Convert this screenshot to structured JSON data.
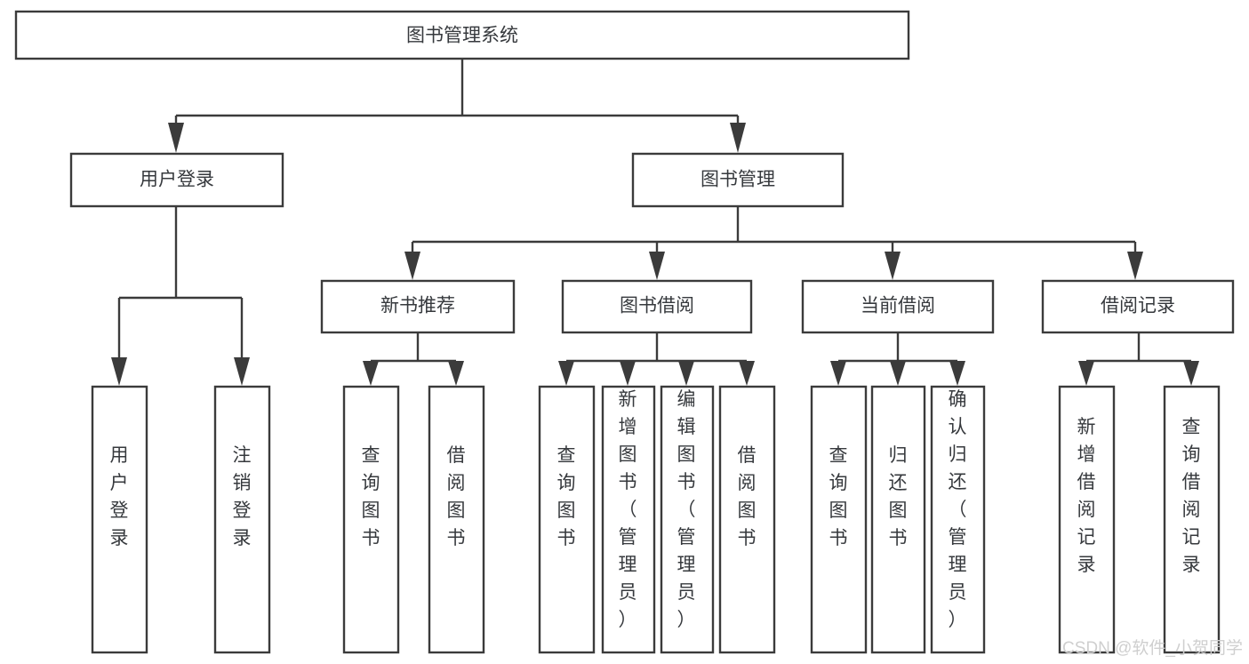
{
  "diagram": {
    "title": "图书管理系统",
    "type": "function-hierarchy-tree",
    "levels": 4,
    "root": {
      "id": "root",
      "label": "图书管理系统",
      "orientation": "horizontal"
    },
    "level2": [
      {
        "id": "user-login",
        "label": "用户登录",
        "orientation": "horizontal"
      },
      {
        "id": "book-management",
        "label": "图书管理",
        "orientation": "horizontal"
      }
    ],
    "level3": [
      {
        "id": "new-book-recommend",
        "label": "新书推荐",
        "parent": "book-management",
        "orientation": "horizontal"
      },
      {
        "id": "book-borrow",
        "label": "图书借阅",
        "parent": "book-management",
        "orientation": "horizontal"
      },
      {
        "id": "current-borrow",
        "label": "当前借阅",
        "parent": "book-management",
        "orientation": "horizontal"
      },
      {
        "id": "borrow-record",
        "label": "借阅记录",
        "parent": "book-management",
        "orientation": "horizontal"
      }
    ],
    "leaves": [
      {
        "id": "leaf-user-login",
        "label": "用户登录",
        "parent": "user-login",
        "orientation": "vertical"
      },
      {
        "id": "leaf-logout-login",
        "label": "注销登录",
        "parent": "user-login",
        "orientation": "vertical"
      },
      {
        "id": "leaf-query-book-1",
        "label": "查询图书",
        "parent": "new-book-recommend",
        "orientation": "vertical"
      },
      {
        "id": "leaf-borrow-book-1",
        "label": "借阅图书",
        "parent": "new-book-recommend",
        "orientation": "vertical"
      },
      {
        "id": "leaf-query-book-2",
        "label": "查询图书",
        "parent": "book-borrow",
        "orientation": "vertical"
      },
      {
        "id": "leaf-add-book",
        "label": "新增图书（管理员）",
        "parent": "book-borrow",
        "orientation": "vertical"
      },
      {
        "id": "leaf-edit-book",
        "label": "编辑图书（管理员）",
        "parent": "book-borrow",
        "orientation": "vertical"
      },
      {
        "id": "leaf-borrow-book-2",
        "label": "借阅图书",
        "parent": "book-borrow",
        "orientation": "vertical"
      },
      {
        "id": "leaf-query-book-3",
        "label": "查询图书",
        "parent": "current-borrow",
        "orientation": "vertical"
      },
      {
        "id": "leaf-return-book",
        "label": "归还图书",
        "parent": "current-borrow",
        "orientation": "vertical"
      },
      {
        "id": "leaf-confirm-return",
        "label": "确认归还（管理员）",
        "parent": "current-borrow",
        "orientation": "vertical"
      },
      {
        "id": "leaf-add-record",
        "label": "新增借阅记录",
        "parent": "borrow-record",
        "orientation": "vertical"
      },
      {
        "id": "leaf-query-record",
        "label": "查询借阅记录",
        "parent": "borrow-record",
        "orientation": "vertical"
      }
    ]
  },
  "watermark": {
    "text": "CSDN @软件_小贺同学"
  },
  "colors": {
    "stroke": "#3b3b3b",
    "fill": "#ffffff",
    "text": "#36393d",
    "watermark": "#cfcfcf",
    "background": "#ffffff"
  }
}
